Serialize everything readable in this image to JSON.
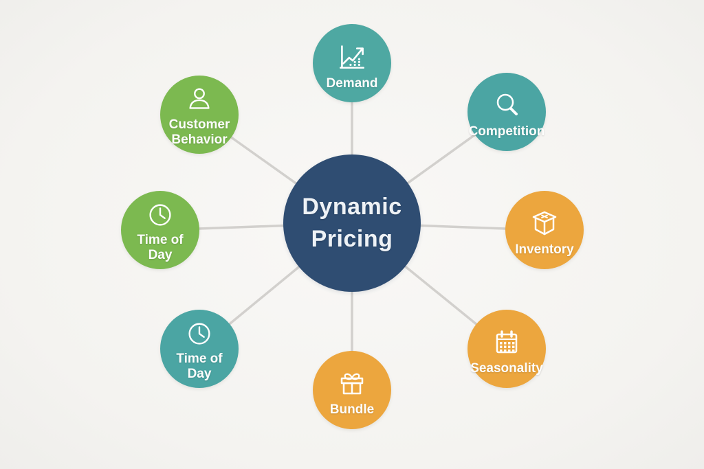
{
  "background_color": "#f5f4f2",
  "connector_color": "#d2d0cd",
  "hub": {
    "lines": [
      "Dynamic",
      "Pricing"
    ],
    "color": "#2f4d72",
    "text_color": "#eef2f6"
  },
  "nodes": [
    {
      "id": "demand",
      "lines": [
        "Demand"
      ],
      "icon": "chart-increasing-icon",
      "color": "#4ea8a2"
    },
    {
      "id": "competition",
      "lines": [
        "Competition"
      ],
      "icon": "magnifier-icon",
      "color": "#4ba5a3"
    },
    {
      "id": "inventory",
      "lines": [
        "Inventory"
      ],
      "icon": "box-icon",
      "color": "#eca63e"
    },
    {
      "id": "seasonality",
      "lines": [
        "Seasonality"
      ],
      "icon": "calendar-icon",
      "color": "#eca63e"
    },
    {
      "id": "bundle",
      "lines": [
        "Bundle"
      ],
      "icon": "gift-icon",
      "color": "#eca63e"
    },
    {
      "id": "time-of-day-bottom",
      "lines": [
        "Time of",
        "Day"
      ],
      "icon": "clock-icon",
      "color": "#4ba5a3"
    },
    {
      "id": "time-of-day-left",
      "lines": [
        "Time of",
        "Day"
      ],
      "icon": "clock-icon",
      "color": "#7cb950"
    },
    {
      "id": "customer-behavior",
      "lines": [
        "Customer",
        "Behavior"
      ],
      "icon": "person-icon",
      "color": "#7cb950"
    }
  ]
}
